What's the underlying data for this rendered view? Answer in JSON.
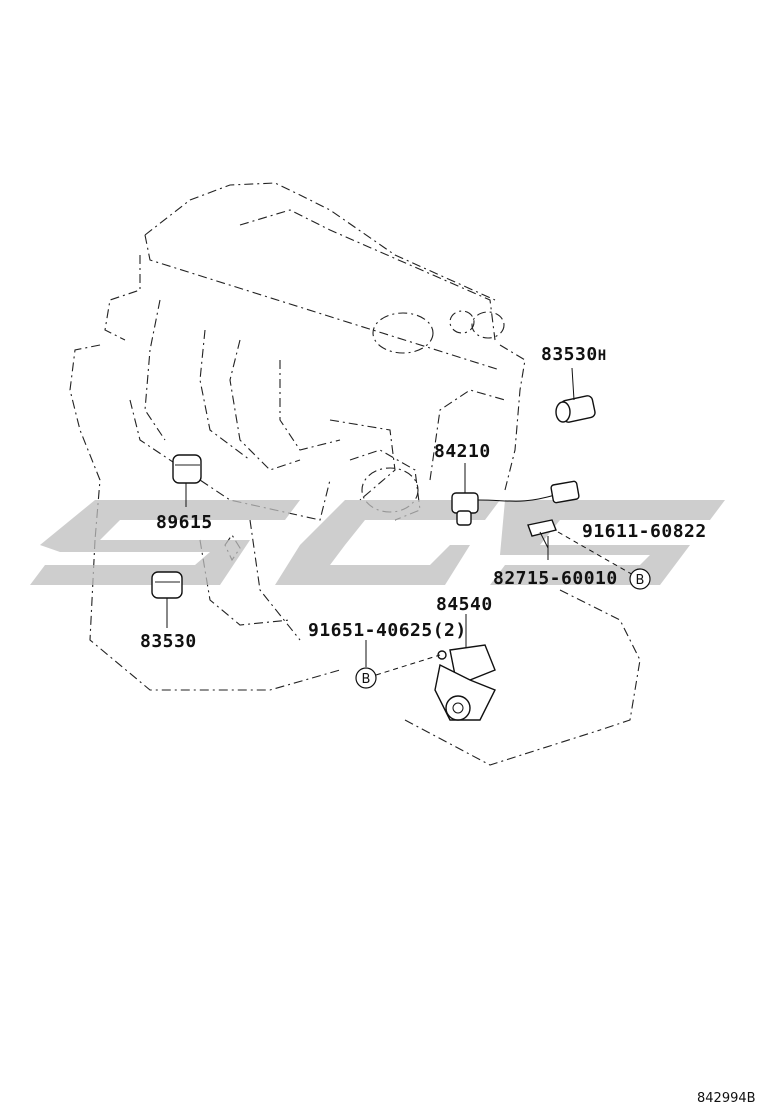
{
  "parts": [
    {
      "id": "p83530h",
      "number": "83530",
      "suffix": "H"
    },
    {
      "id": "p84210",
      "number": "84210"
    },
    {
      "id": "p89615",
      "number": "89615"
    },
    {
      "id": "p91611",
      "number": "91611-60822"
    },
    {
      "id": "p82715",
      "number": "82715-60010"
    },
    {
      "id": "p84540",
      "number": "84540"
    },
    {
      "id": "p83530",
      "number": "83530"
    },
    {
      "id": "p91651",
      "number": "91651-40625(2)"
    }
  ],
  "callouts": {
    "b1": "B",
    "b2": "B"
  },
  "figure_ref": "842994B",
  "colors": {
    "line": "#111111",
    "watermark": "#bdbdbd",
    "background": "#ffffff"
  }
}
